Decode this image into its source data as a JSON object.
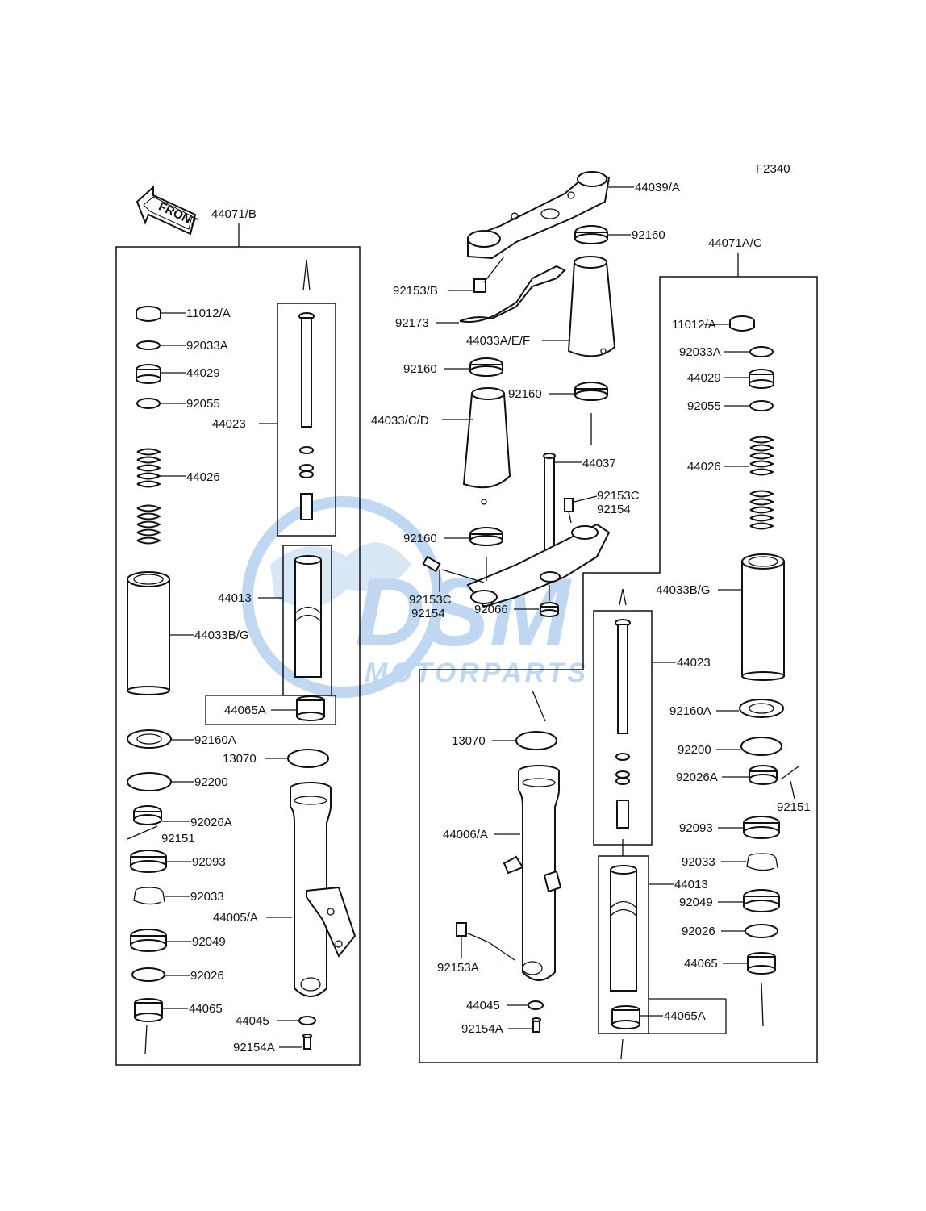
{
  "figure_code": "F2340",
  "front_arrow_label": "FRONT",
  "watermark": {
    "logo_text": "DSM",
    "sub_text": "MOTORPARTS",
    "color": "#4a90d9"
  },
  "labels": {
    "l_44071B": "44071/B",
    "l_11012A_l": "11012/A",
    "l_92033A_l": "92033A",
    "l_44029_l": "44029",
    "l_92055_l": "92055",
    "l_44023_l": "44023",
    "l_44026_l": "44026",
    "l_44013_l": "44013",
    "l_44033BG_l": "44033B/G",
    "l_44065A_l": "44065A",
    "l_92160A_l": "92160A",
    "l_13070_l": "13070",
    "l_92200_l": "92200",
    "l_92026A_l": "92026A",
    "l_92151_l": "92151",
    "l_92093_l": "92093",
    "l_92033_l": "92033",
    "l_44005A": "44005/A",
    "l_92049_l": "92049",
    "l_92026_l": "92026",
    "l_44065_l": "44065",
    "l_44045_l": "44045",
    "l_92154A_l": "92154A",
    "l_44039A": "44039/A",
    "l_92160_top": "92160",
    "l_92153B": "92153/B",
    "l_92173": "92173",
    "l_44033AEF": "44033A/E/F",
    "l_92160_m1": "92160",
    "l_92160_m2": "92160",
    "l_44033CD": "44033/C/D",
    "l_44037": "44037",
    "l_92153C_r": "92153C",
    "l_92154_r": "92154",
    "l_92160_m3": "92160",
    "l_92153C_l": "92153C",
    "l_92154_l": "92154",
    "l_92066": "92066",
    "l_13070_c": "13070",
    "l_44006A": "44006/A",
    "l_92153A": "92153A",
    "l_44045_c": "44045",
    "l_92154A_c": "92154A",
    "l_44071AC": "44071A/C",
    "l_11012A_r": "11012/A",
    "l_92033A_r": "92033A",
    "l_44029_r": "44029",
    "l_92055_r": "92055",
    "l_44026_r": "44026",
    "l_44033BG_r": "44033B/G",
    "l_44023_r": "44023",
    "l_92160A_r": "92160A",
    "l_92200_r": "92200",
    "l_92026A_r": "92026A",
    "l_92151_r": "92151",
    "l_92093_r": "92093",
    "l_92033_r": "92033",
    "l_44013_r": "44013",
    "l_92049_r": "92049",
    "l_92026_r": "92026",
    "l_44065_r": "44065",
    "l_44065A_r": "44065A"
  }
}
